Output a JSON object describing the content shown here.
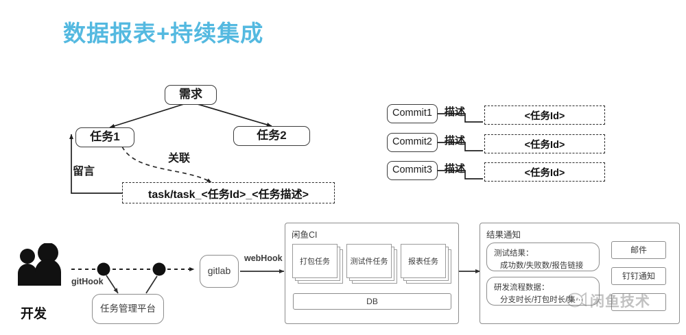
{
  "slide": {
    "title": "数据报表+持续集成",
    "title_color": "#54b9e0",
    "background": "#ffffff"
  },
  "task_tree": {
    "requirement": "需求",
    "task1": "任务1",
    "task2": "任务2",
    "relation_label": "关联",
    "comment_label": "留言",
    "branch_path": "task/task_<任务Id>_<任务描述>"
  },
  "commits": {
    "rows": [
      {
        "commit": "Commit1",
        "edge_label": "描述",
        "target": "<任务Id>"
      },
      {
        "commit": "Commit2",
        "edge_label": "描述",
        "target": "<任务Id>"
      },
      {
        "commit": "Commit3",
        "edge_label": "描述",
        "target": "<任务Id>"
      }
    ]
  },
  "pipeline": {
    "developer_label": "开发",
    "githook_label": "gitHook",
    "task_platform": "任务管理平台",
    "gitlab": "gitlab",
    "webhook_label": "webHook",
    "ci": {
      "title": "闲鱼CI",
      "jobs": [
        "打包任务",
        "测试件任务",
        "报表任务"
      ],
      "db": "DB"
    },
    "notify": {
      "title": "结果通知",
      "cards": [
        {
          "heading": "测试结果：",
          "detail": "成功数/失败数/报告链接"
        },
        {
          "heading": "研发流程数据：",
          "detail": "分支时长/打包时长/集···"
        }
      ],
      "channels": [
        "邮件",
        "钉钉通知",
        ""
      ]
    }
  },
  "watermark": {
    "text": "闲鱼技术",
    "icon": "fish-face-icon"
  }
}
